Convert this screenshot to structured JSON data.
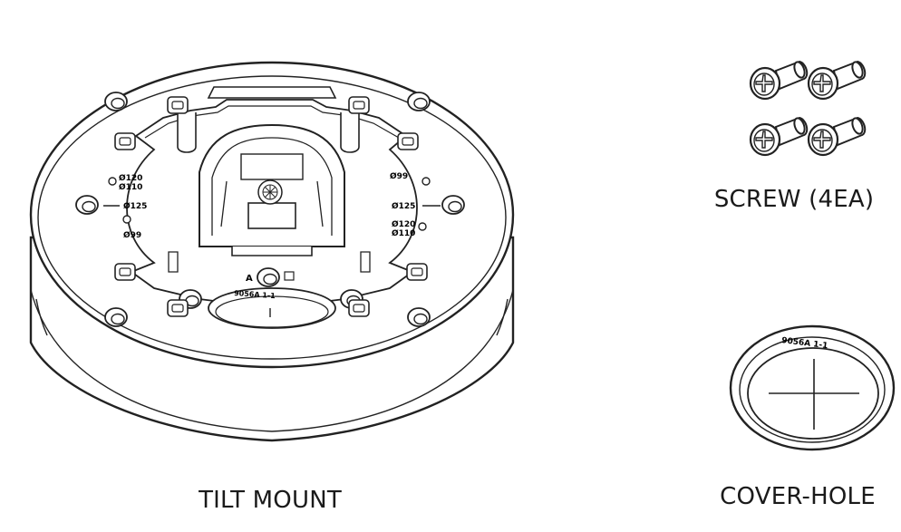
{
  "parts": {
    "tilt_mount": {
      "label": "TILT MOUNT",
      "marks": {
        "d120_left": "Ø120",
        "d110_left": "Ø110",
        "d125_left": "Ø125",
        "d99_left": "Ø99",
        "d99_right": "Ø99",
        "d125_right": "Ø125",
        "d120_right": "Ø120",
        "d110_right": "Ø110",
        "part_code": "9056A 1-1",
        "letter_a": "A"
      }
    },
    "screws": {
      "label": "SCREW (4EA)",
      "count": 4
    },
    "cover_hole": {
      "label": "COVER-HOLE",
      "part_code": "9056A 1-1"
    }
  }
}
